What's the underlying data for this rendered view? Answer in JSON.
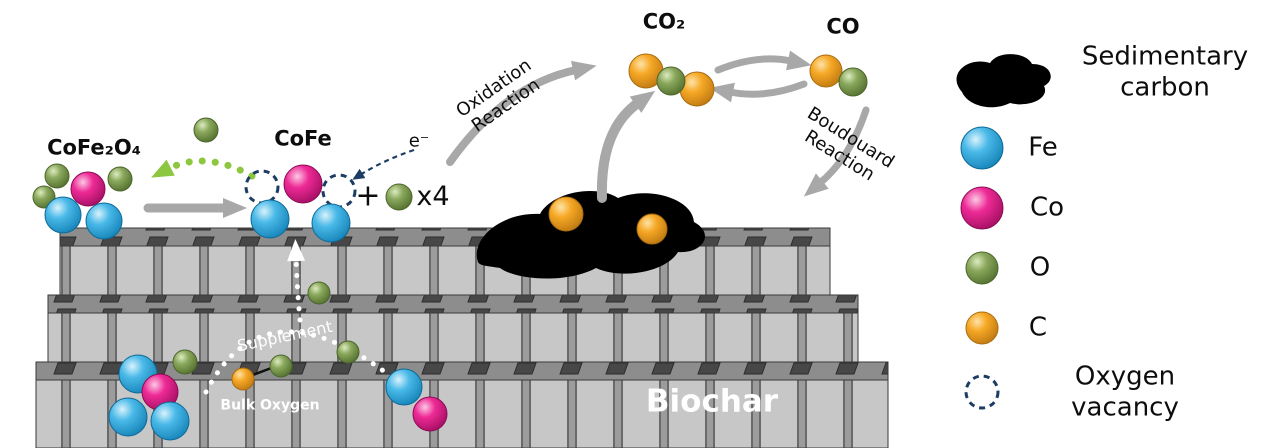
{
  "colors": {
    "fe": "#2fa8dd",
    "co": "#e5147f",
    "o": "#7e9b4f",
    "c": "#f2a71b",
    "sedimentary_carbon": "#000000",
    "arrow_gray": "#a8a8a8",
    "oxygen_vacancy_ring": "#1d3c63",
    "regeneration_arrow_green": "#8dc63f",
    "supplement_arrow_white": "#ffffff",
    "biochar_face": "#c7c7c7",
    "biochar_top": "#8d8d8d"
  },
  "diagram": {
    "cofe2o4_label": "CoFe₂O₄",
    "cofe_label": "CoFe",
    "plus": "+",
    "times4": "x4",
    "electron": "e⁻",
    "oxidation_reaction": "Oxidation\nReaction",
    "co2_label": "CO₂",
    "co_label": "CO",
    "boudouard_reaction": "Boudouard\nReaction",
    "biochar_label": "Biochar",
    "bulk_oxygen_label": "Bulk Oxygen",
    "supplement_label": "Supplement"
  },
  "legend": {
    "sedimentary_carbon": "Sedimentary\ncarbon",
    "fe": "Fe",
    "co": "Co",
    "o": "O",
    "c": "C",
    "oxygen_vacancy": "Oxygen vacancy"
  }
}
